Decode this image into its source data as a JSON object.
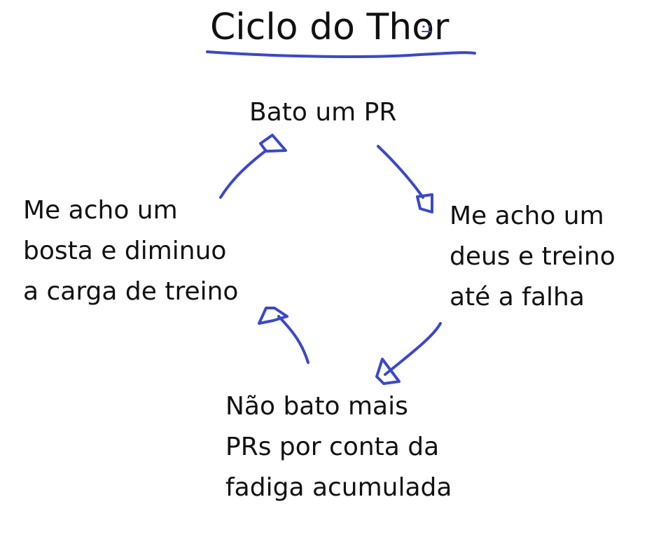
{
  "colors": {
    "ink": "#3b48c9",
    "text": "#111111"
  },
  "title": {
    "text": "Ciclo do Thor",
    "emoji_icon": "smiley-face-icon"
  },
  "nodes": {
    "top": {
      "lines": [
        "Bato um PR"
      ]
    },
    "right": {
      "lines": [
        "Me acho um",
        "deus e treino",
        "até a falha"
      ]
    },
    "bottom": {
      "lines": [
        "Não bato mais",
        "PRs por conta da",
        "fadiga acumulada"
      ]
    },
    "left": {
      "lines": [
        "Me acho um",
        "bosta e diminuo",
        "a carga de treino"
      ]
    }
  },
  "arrows": [
    {
      "from": "left",
      "to": "top",
      "icon": "arrow-icon"
    },
    {
      "from": "top",
      "to": "right",
      "icon": "arrow-icon"
    },
    {
      "from": "right",
      "to": "bottom",
      "icon": "arrow-icon"
    },
    {
      "from": "bottom",
      "to": "left",
      "icon": "arrow-icon"
    }
  ]
}
